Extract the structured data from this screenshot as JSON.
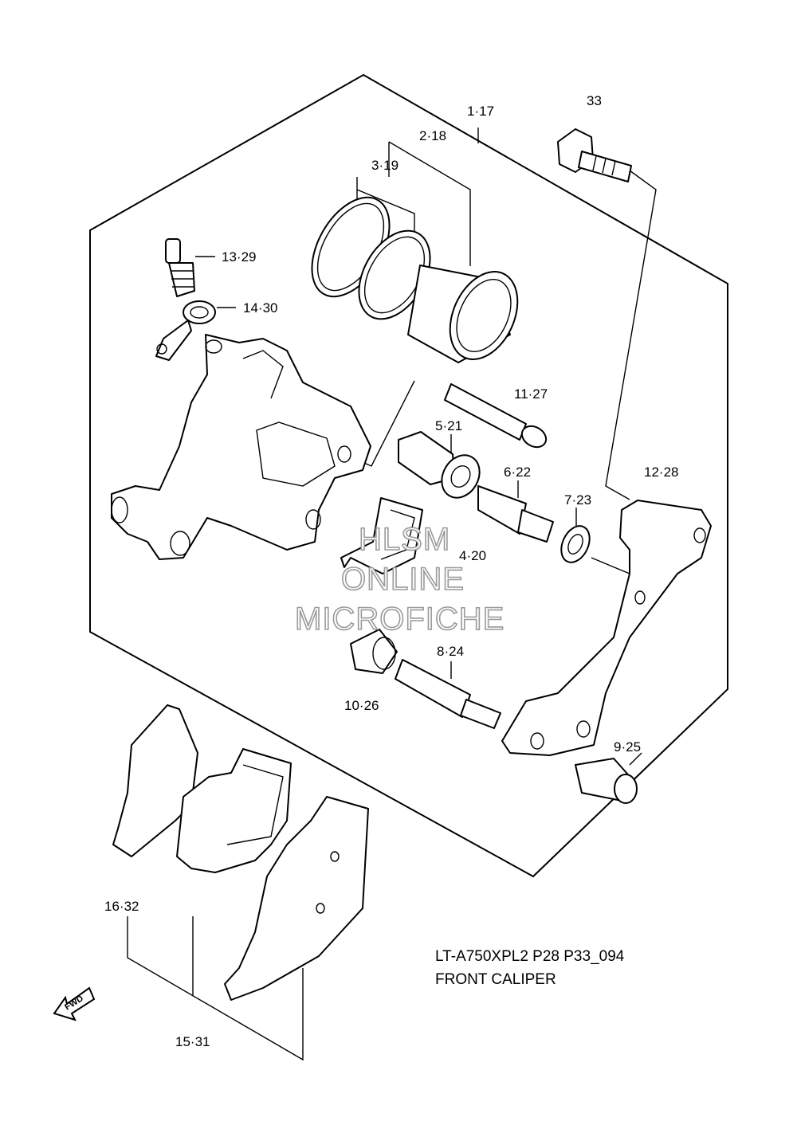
{
  "callouts": {
    "c1": "1·17",
    "c2": "2·18",
    "c3": "3·19",
    "c4": "4·20",
    "c5": "5·21",
    "c6": "6·22",
    "c7": "7·23",
    "c8": "8·24",
    "c9": "9·25",
    "c10": "10·26",
    "c11": "11·27",
    "c12": "12·28",
    "c13": "13·29",
    "c14": "14·30",
    "c15": "15·31",
    "c16": "16·32",
    "c33": "33"
  },
  "caption": {
    "code": "LT-A750XPL2 P28 P33_094",
    "title": "FRONT CALIPER"
  },
  "watermark": {
    "line1": "HLSM",
    "line2": "ONLINE",
    "line3": "MICROFICHE"
  },
  "fwd_label": "FWD"
}
